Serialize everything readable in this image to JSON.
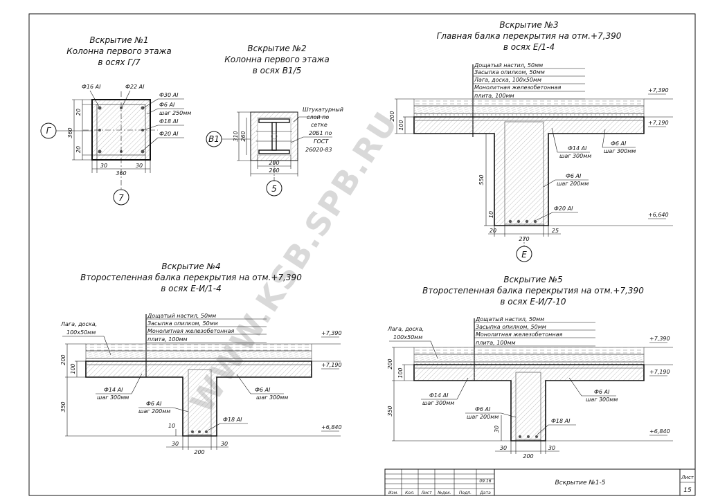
{
  "sections": {
    "s1": {
      "title": "Вскрытие №1",
      "subtitle": "Колонна первого этажа",
      "axes": "в осях Г/7",
      "labels": {
        "r16": "Ф16 AI",
        "r22": "Ф22 AI",
        "r30": "Ф30 AI",
        "r6": "Ф6 AI",
        "step": "шаг 250мм",
        "r18": "Ф18 AI",
        "r20": "Ф20 AI"
      },
      "dims": {
        "d360v": "360",
        "d20a": "20",
        "d20b": "20",
        "d30a": "30",
        "d360h": "360",
        "d30b": "30"
      },
      "axis_a": "Г",
      "axis_b": "7"
    },
    "s2": {
      "title": "Вскрытие №2",
      "subtitle": "Колонна первого этажа",
      "axes": "в осях В1/5",
      "note": [
        "Штукатурный",
        "слой по",
        "сетке"
      ],
      "beam": [
        "20Б1 по",
        "ГОСТ",
        "26020-83"
      ],
      "dims": {
        "d310": "310",
        "d260v": "260",
        "d200": "200",
        "d260h": "260"
      },
      "axis_a": "В1",
      "axis_b": "5"
    },
    "s3": {
      "title": "Вскрытие №3",
      "subtitle": "Главная балка перекрытия на отм.+7,390",
      "axes": "в осях Е/1-4",
      "layers": [
        "Дощатый настил, 50мм",
        "Засыпка опилком, 50мм",
        "Лага, доска, 100х50мм",
        "Монолитная железобетонная",
        "плита, 100мм"
      ],
      "levels": [
        "+7,390",
        "+7,190",
        "+6,640"
      ],
      "labels": {
        "r14": "Ф14 AI",
        "step300": "шаг 300мм",
        "r6": "Ф6 AI",
        "step300b": "шаг 300мм",
        "r6b": "Ф6 AI",
        "step200": "шаг 200мм",
        "r20": "Ф20 AI"
      },
      "dims": {
        "d200": "200",
        "d100": "100",
        "d550": "550",
        "d10": "10",
        "d20": "20",
        "d270": "270",
        "d25": "25"
      },
      "axis": "Е"
    },
    "s4": {
      "title": "Вскрытие №4",
      "subtitle": "Второстепенная балка перекрытия на отм.+7,390",
      "axes": "в осях Е-И/1-4",
      "layers": [
        "Дощатый настил, 50мм",
        "Засыпка опилком, 50мм",
        "Монолитная железобетонная",
        "плита, 100мм"
      ],
      "lag": [
        "Лага, доска,",
        "100х50мм"
      ],
      "levels": [
        "+7,390",
        "+7,190",
        "+6,840"
      ],
      "labels": {
        "r14": "Ф14 AI",
        "step300": "шаг 300мм",
        "r6": "Ф6 AI",
        "step300b": "шаг 300мм",
        "r6b": "Ф6 AI",
        "step200": "шаг 200мм",
        "r18": "Ф18 AI"
      },
      "dims": {
        "d200": "200",
        "d100": "100",
        "d350": "350",
        "d10": "10",
        "d30a": "30",
        "d200h": "200",
        "d30b": "30"
      }
    },
    "s5": {
      "title": "Вскрытие №5",
      "subtitle": "Второстепенная балка перекрытия на отм.+7,390",
      "axes": "в осях Е-И/7-10",
      "layers": [
        "Дощатый настил, 50мм",
        "Засыпка опилком, 50мм",
        "Монолитная железобетонная",
        "плита, 100мм"
      ],
      "lag": [
        "Лага, доска,",
        "100х50мм"
      ],
      "levels": [
        "+7,390",
        "+7,190",
        "+6,840"
      ],
      "labels": {
        "r14": "Ф14 AI",
        "step300": "шаг 300мм",
        "r6": "Ф6 AI",
        "step300b": "шаг 300мм",
        "r6b": "Ф6 AI",
        "step200": "шаг 200мм",
        "r18": "Ф18 AI"
      },
      "dims": {
        "d200": "200",
        "d100": "100",
        "d350": "350",
        "d30v": "30",
        "d30a": "30",
        "d200h": "200",
        "d30b": "30"
      }
    }
  },
  "stamp": {
    "cols": [
      "Изм.",
      "Кол.",
      "Лист",
      "№док.",
      "Подп.",
      "Дата"
    ],
    "date": "09.16",
    "title": "Вскрытие №1-5",
    "sheet_label": "Лист",
    "sheet_no": "15"
  },
  "watermark": "WWW.KSB.SPB.RU"
}
